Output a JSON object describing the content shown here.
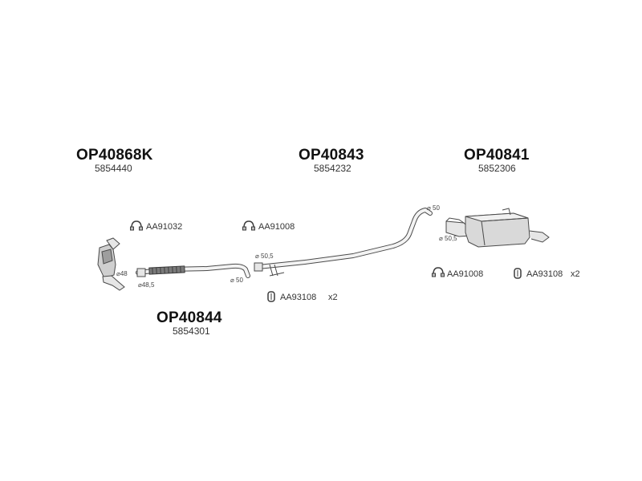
{
  "parts": {
    "front_cat": {
      "code": "OP40868K",
      "oe": "5854440"
    },
    "center": {
      "code": "OP40843",
      "oe": "5854232"
    },
    "rear": {
      "code": "OP40841",
      "oe": "5852306"
    },
    "front_pipe": {
      "code": "OP40844",
      "oe": "5854301"
    }
  },
  "accessories": {
    "clamp_front": "AA91032",
    "clamp_center": "AA91008",
    "clamp_rear": "AA91008",
    "hanger_center": "AA93108",
    "hanger_center_qty": "x2",
    "hanger_rear": "AA93108",
    "hanger_rear_qty": "x2"
  },
  "dimensions": {
    "cat_outlet": "⌀48",
    "pipe_inlet": "⌀48,5",
    "pipe_outlet": "⌀ 50",
    "center_inlet": "⌀ 50,5",
    "center_outlet": "⌀ 50",
    "rear_inlet": "⌀ 50,5"
  },
  "icons": {
    "clamp": "clamp-icon",
    "hanger": "rubber-hanger-icon"
  },
  "colors": {
    "line": "#4a4a4a",
    "fill_light": "#e6e6e6",
    "fill_mid": "#bdbdbd",
    "text": "#111111"
  }
}
